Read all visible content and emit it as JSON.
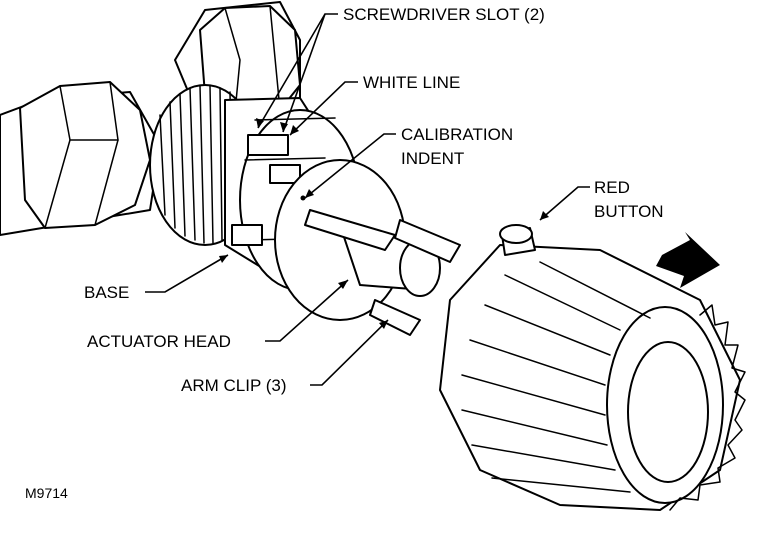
{
  "labels": {
    "screwdriver_slot": "SCREWDRIVER SLOT (2)",
    "white_line": "WHITE LINE",
    "calibration_line1": "CALIBRATION",
    "calibration_line2": "INDENT",
    "red_line1": "RED",
    "red_line2": "BUTTON",
    "base": "BASE",
    "actuator_head": "ACTUATOR HEAD",
    "arm_clip": "ARM CLIP (3)"
  },
  "figure_code": "M9714"
}
